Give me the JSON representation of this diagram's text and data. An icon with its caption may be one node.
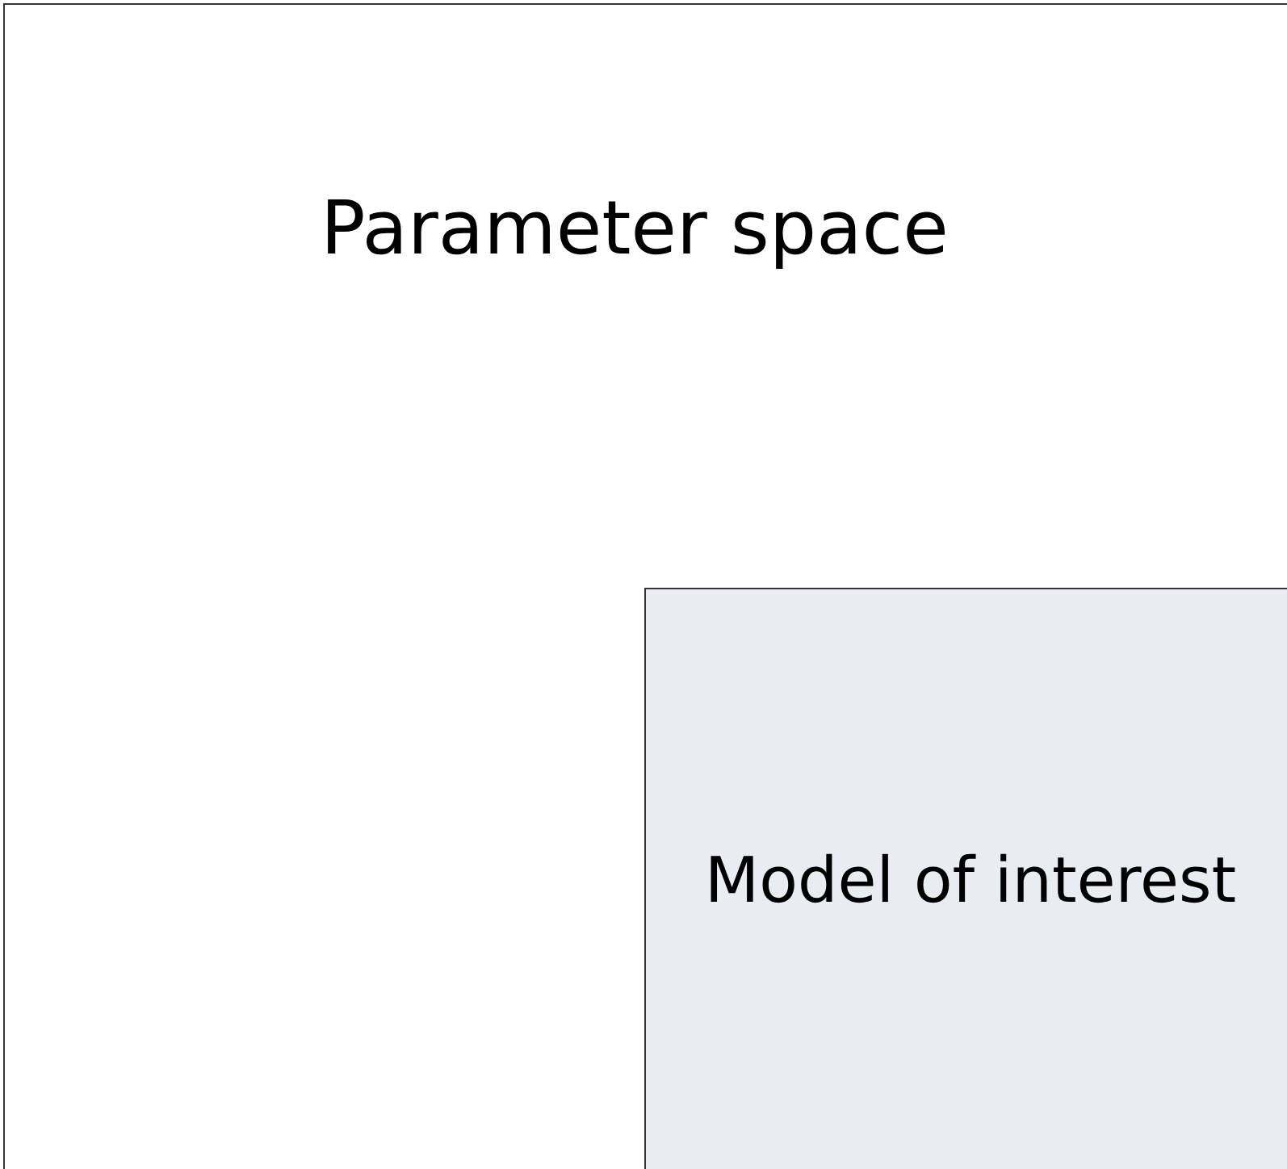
{
  "diagram": {
    "nodes": [
      {
        "text": [
          "Parameter space"
        ]
      },
      {
        "text": [
          "Model of interest"
        ],
        "in": 0
      }
    ],
    "edges": []
  }
}
